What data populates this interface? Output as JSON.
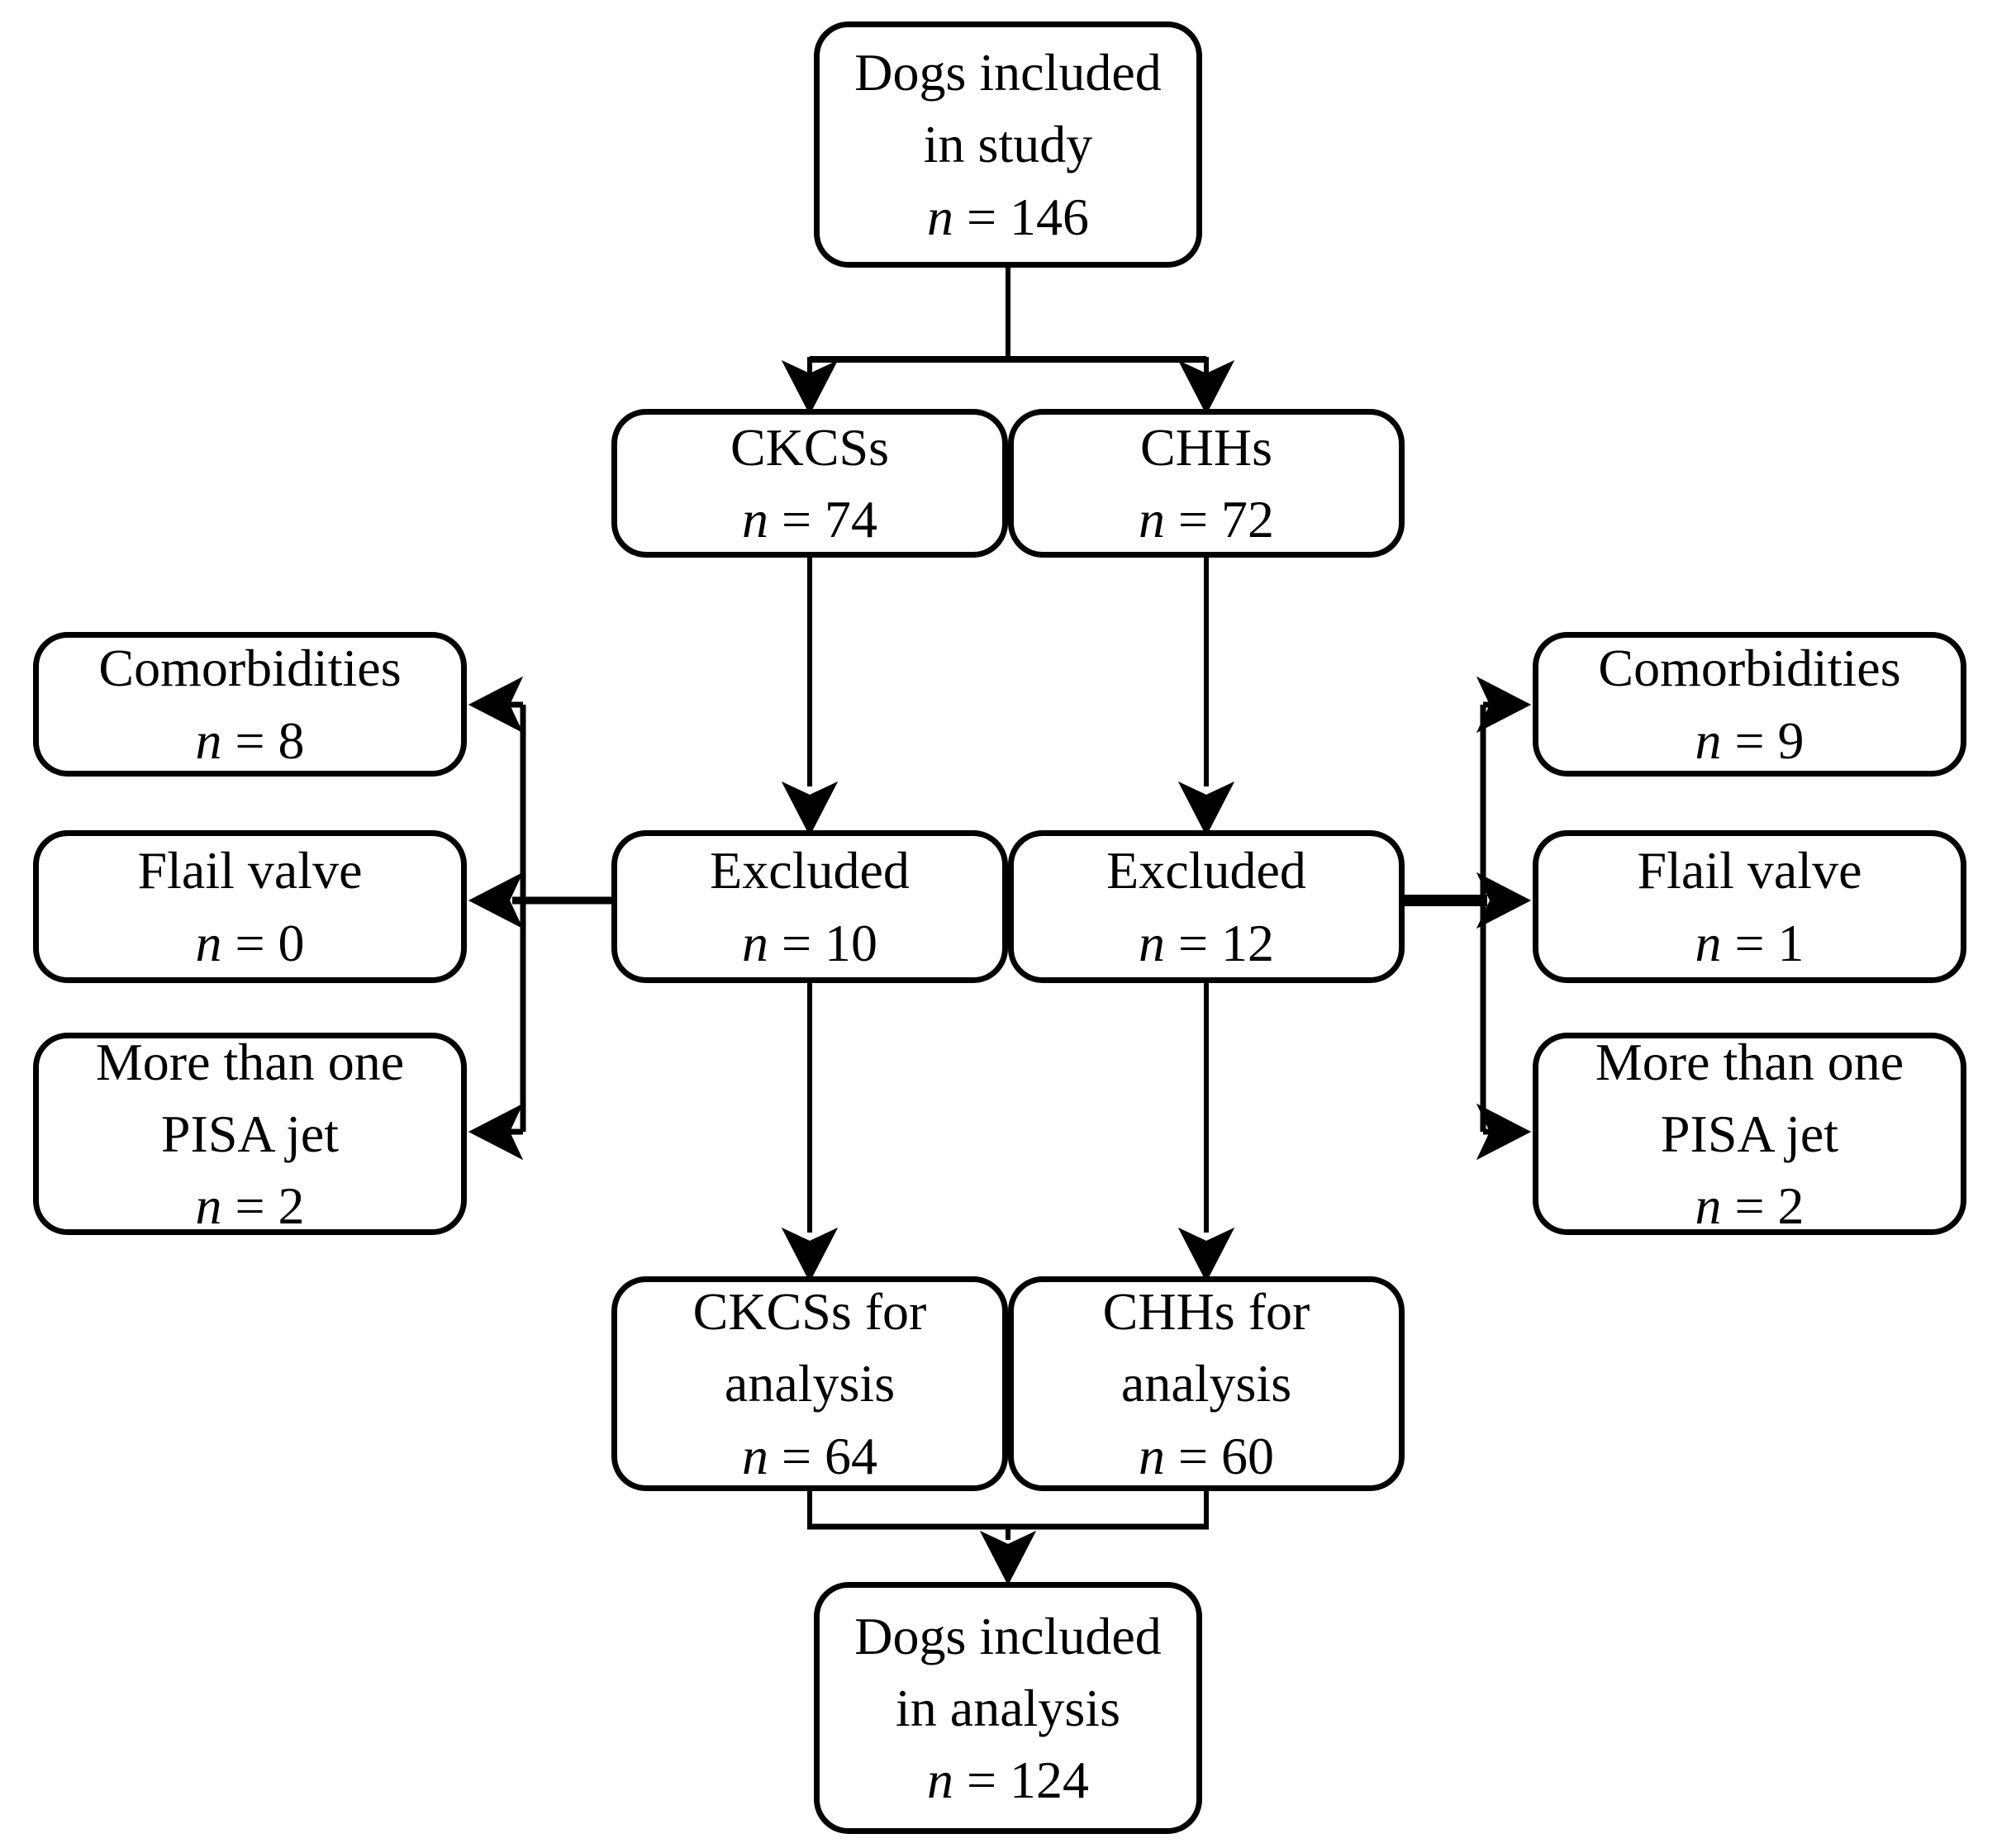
{
  "colors": {
    "background": "#ffffff",
    "line": "#000000",
    "text": "#000000"
  },
  "boxes": {
    "study": {
      "lines": [
        "Dogs included",
        "in study"
      ],
      "n": "n",
      "count": "= 146"
    },
    "ckcs": {
      "lines": [
        "CKCSs"
      ],
      "n": "n",
      "count": "= 74"
    },
    "chh": {
      "lines": [
        "CHHs"
      ],
      "n": "n",
      "count": "= 72"
    },
    "como_left": {
      "lines": [
        "Comorbidities"
      ],
      "n": "n",
      "count": "= 8"
    },
    "flail_left": {
      "lines": [
        "Flail valve"
      ],
      "n": "n",
      "count": "= 0"
    },
    "pisa_left": {
      "lines": [
        "More than one",
        "PISA jet"
      ],
      "n": "n",
      "count": "= 2"
    },
    "excluded_ckcs": {
      "lines": [
        "Excluded"
      ],
      "n": "n",
      "count": "= 10"
    },
    "excluded_chh": {
      "lines": [
        "Excluded"
      ],
      "n": "n",
      "count": "= 12"
    },
    "como_right": {
      "lines": [
        "Comorbidities"
      ],
      "n": "n",
      "count": "= 9"
    },
    "flail_right": {
      "lines": [
        "Flail valve"
      ],
      "n": "n",
      "count": "= 1"
    },
    "pisa_right": {
      "lines": [
        "More than one",
        "PISA jet"
      ],
      "n": "n",
      "count": "= 2"
    },
    "ckcs_analysis": {
      "lines": [
        "CKCSs for",
        "analysis"
      ],
      "n": "n",
      "count": "= 64"
    },
    "chh_analysis": {
      "lines": [
        "CHHs for",
        "analysis"
      ],
      "n": "n",
      "count": "= 60"
    },
    "final": {
      "lines": [
        "Dogs included",
        "in analysis"
      ],
      "n": "n",
      "count": "= 124"
    }
  }
}
